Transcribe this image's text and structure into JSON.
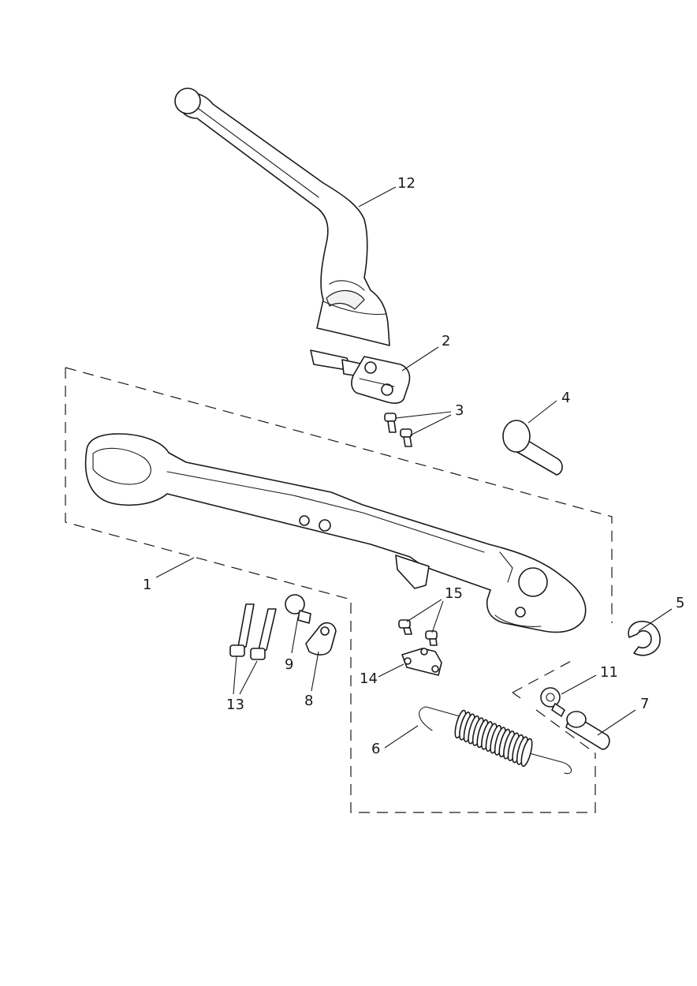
{
  "diagram": {
    "callouts": {
      "c1": "1",
      "c2": "2",
      "c3": "3",
      "c4": "4",
      "c5": "5",
      "c6": "6",
      "c7": "7",
      "c8": "8",
      "c9": "9",
      "c11": "11",
      "c12": "12",
      "c13": "13",
      "c14": "14",
      "c15": "15"
    }
  },
  "colors": {
    "line": "#1a1a1a",
    "background": "#ffffff"
  }
}
